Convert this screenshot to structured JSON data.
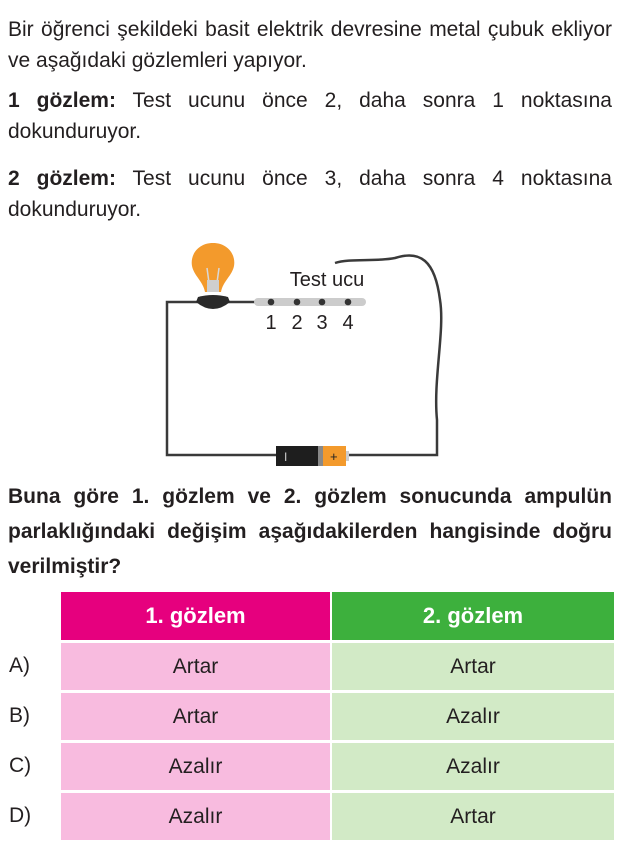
{
  "intro": "Bir öğrenci şekildeki basit elektrik devresine metal çubuk ekliyor ve aşağıdaki gözlemleri yapıyor.",
  "obs1": {
    "label": "1 gözlem:",
    "text": "Test ucunu önce 2, daha sonra 1 noktasına dokunduruyor."
  },
  "obs2": {
    "label": "2 gözlem:",
    "text": "Test ucunu önce 3, daha sonra 4 noktasına dokunduruyor."
  },
  "figure": {
    "probe_label": "Test ucu",
    "points": [
      "1",
      "2",
      "3",
      "4"
    ],
    "battery_minus": "I",
    "battery_plus": "+"
  },
  "question": "Buna göre 1. gözlem ve 2. gözlem sonucunda ampulün parlaklığındaki değişim aşağıdakilerden hangisinde doğru verilmiştir?",
  "table": {
    "headers": [
      "1. gözlem",
      "2. gözlem"
    ],
    "rows": [
      {
        "option": "A)",
        "c1": "Artar",
        "c2": "Artar"
      },
      {
        "option": "B)",
        "c1": "Artar",
        "c2": "Azalır"
      },
      {
        "option": "C)",
        "c1": "Azalır",
        "c2": "Azalır"
      },
      {
        "option": "D)",
        "c1": "Azalır",
        "c2": "Artar"
      }
    ]
  },
  "colors": {
    "pink_header": "#e6007e",
    "pink_cell": "#f8bbdf",
    "green_header": "#3db03d",
    "green_cell": "#d2eac6"
  }
}
